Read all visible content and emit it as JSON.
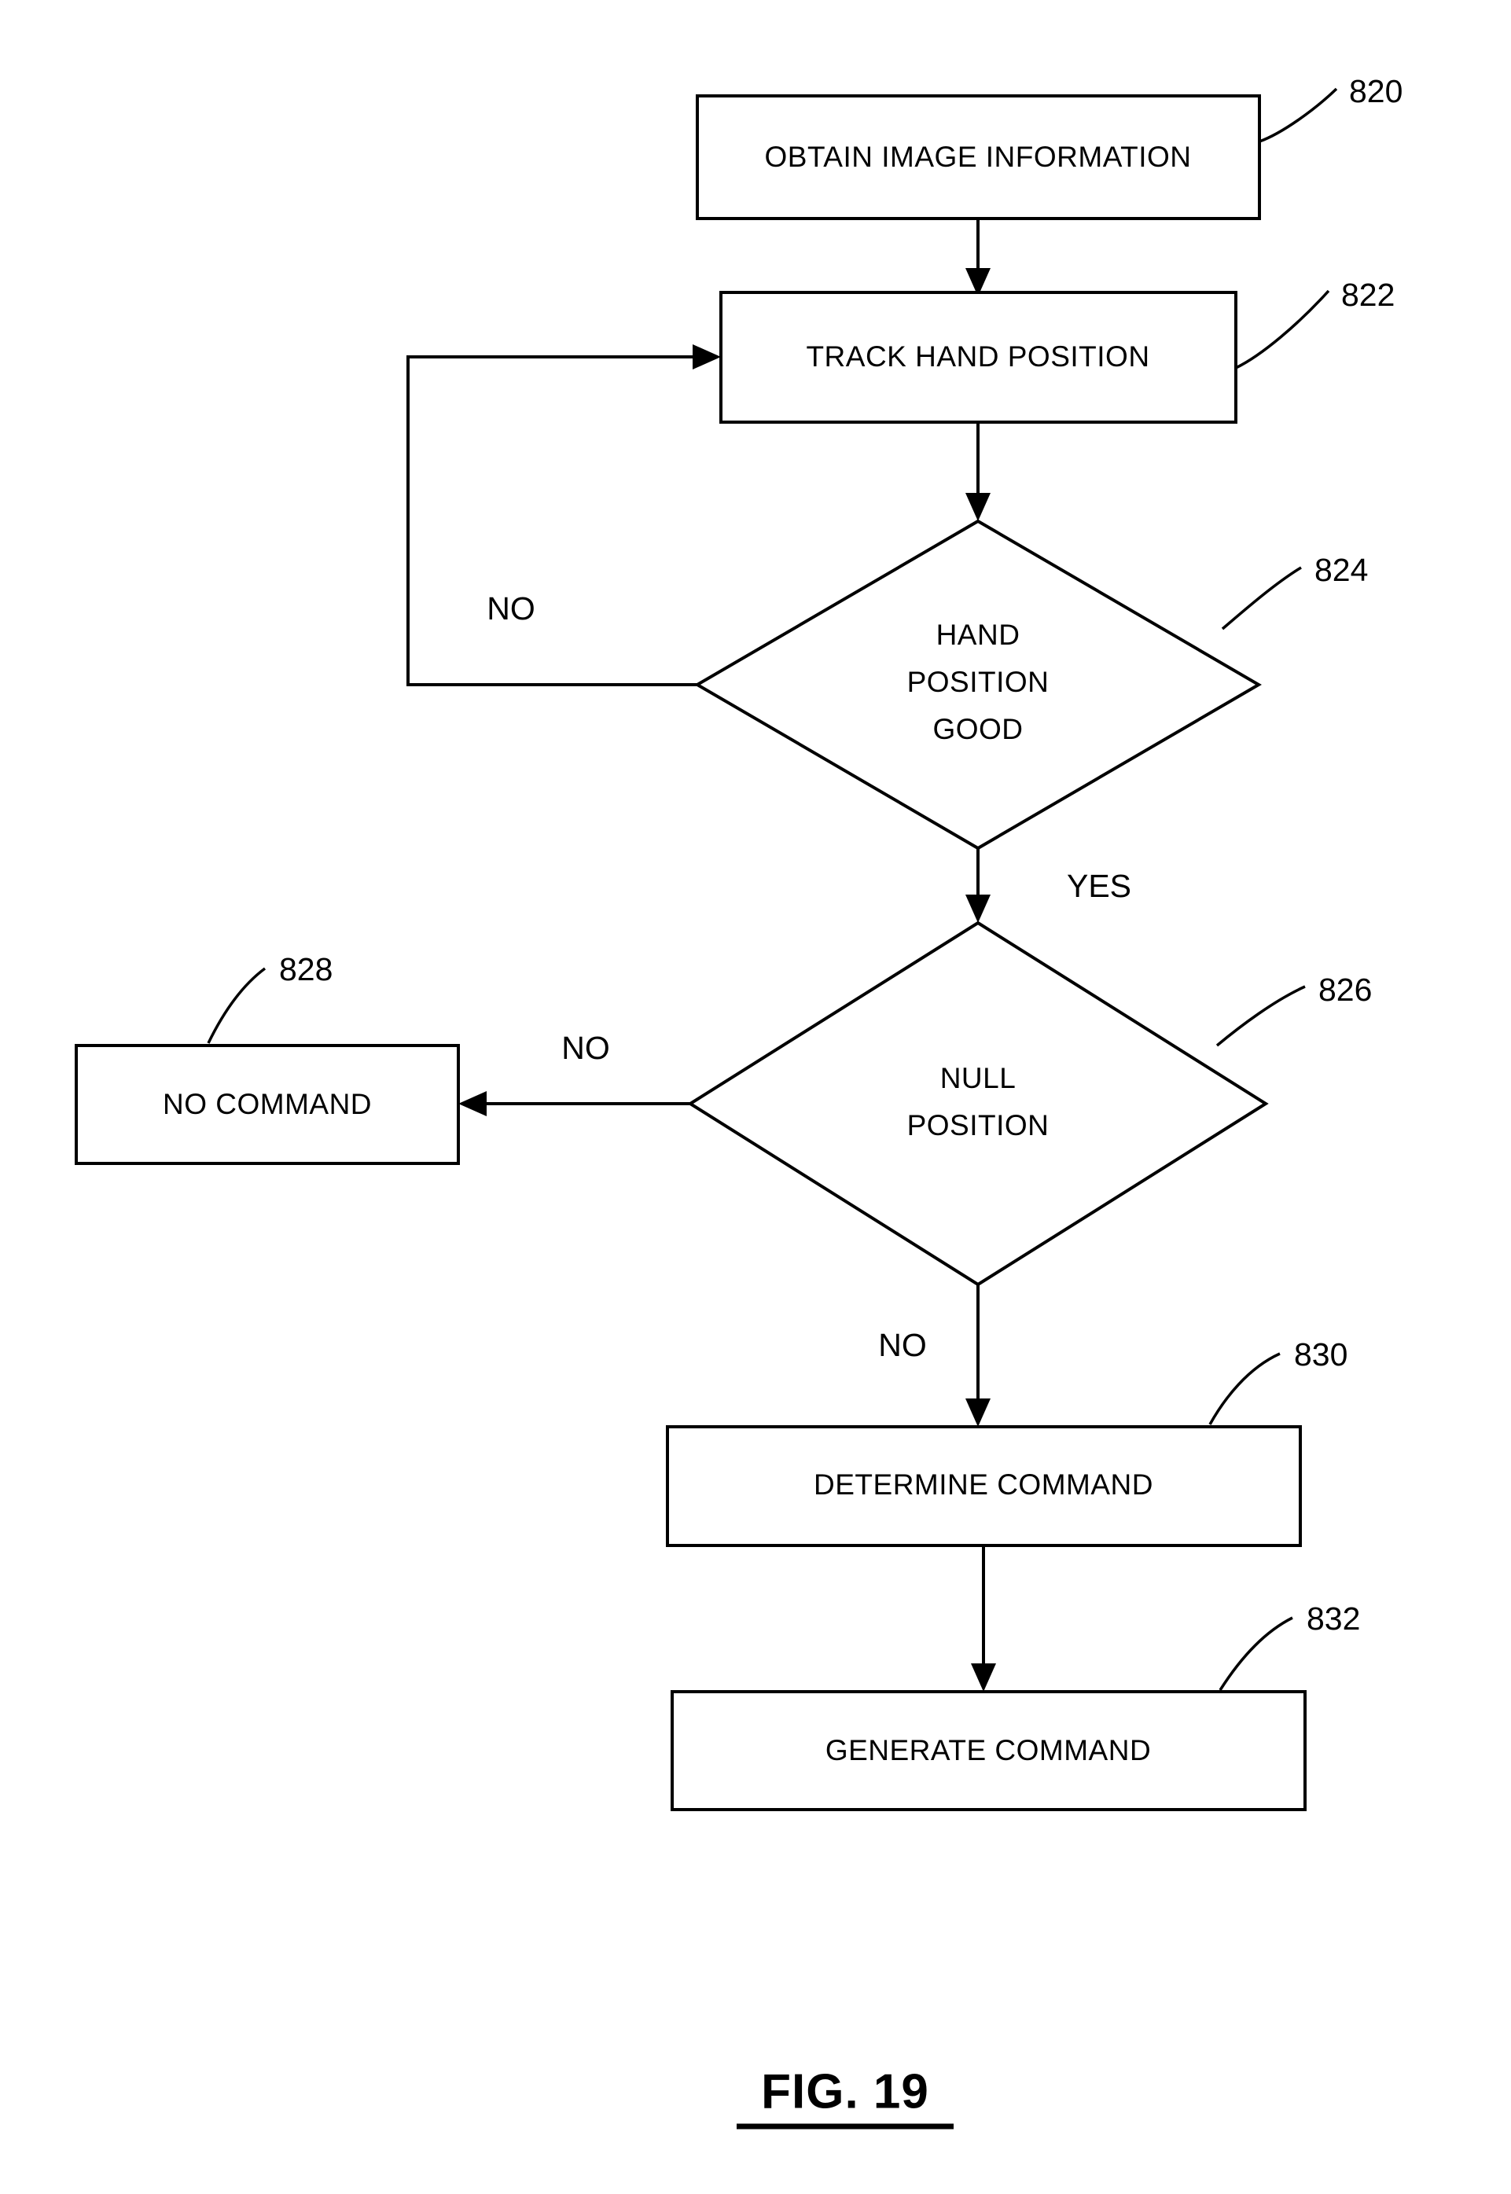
{
  "figure": {
    "caption": "FIG. 19",
    "number": "19"
  },
  "nodes": {
    "obtain_image_information": {
      "label": "OBTAIN  IMAGE  INFORMATION",
      "ref": "820",
      "type": "process"
    },
    "track_hand_position": {
      "label": "TRACK HAND POSITION",
      "ref": "822",
      "type": "process"
    },
    "hand_position_good": {
      "label_line1": "HAND",
      "label_line2": "POSITION",
      "label_line3": "GOOD",
      "ref": "824",
      "type": "decision"
    },
    "null_position": {
      "label_line1": "NULL",
      "label_line2": "POSITION",
      "ref": "826",
      "type": "decision"
    },
    "no_command": {
      "label": "NO  COMMAND",
      "ref": "828",
      "type": "process"
    },
    "determine_command": {
      "label": "DETERMINE COMMAND",
      "ref": "830",
      "type": "process"
    },
    "generate_command": {
      "label": "GENERATE COMMAND",
      "ref": "832",
      "type": "process"
    }
  },
  "edge_labels": {
    "hand_position_good_no": "NO",
    "hand_position_good_yes": "YES",
    "null_position_no_left": "NO",
    "null_position_no_down": "NO"
  },
  "colors": {
    "line": "#000000",
    "fill": "#ffffff",
    "background": "#ffffff"
  }
}
